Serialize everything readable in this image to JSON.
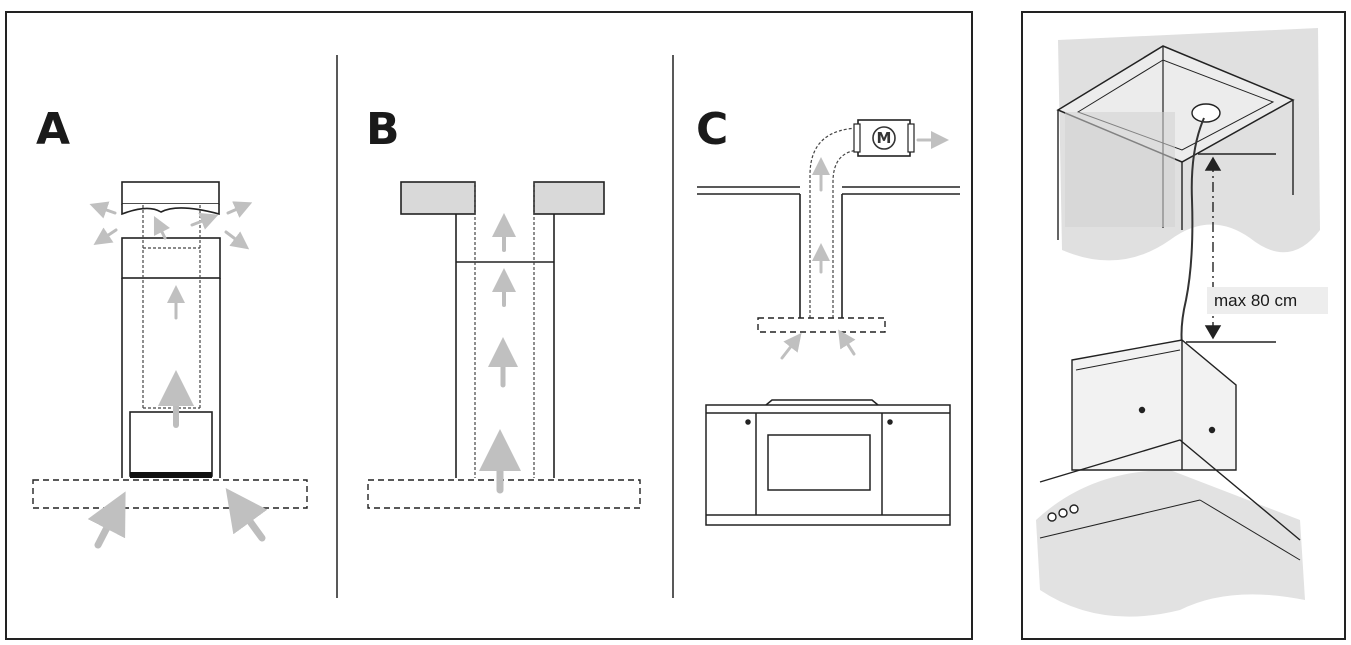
{
  "panel_labels": {
    "a": "A",
    "b": "B",
    "c": "C"
  },
  "motor_symbol": "M",
  "install_note": "max 80 cm",
  "colors": {
    "line": "#222222",
    "arrow": "#b9b9b9",
    "fill_gray": "#d9d9d9",
    "wall_gray": "#e3e3e3"
  }
}
